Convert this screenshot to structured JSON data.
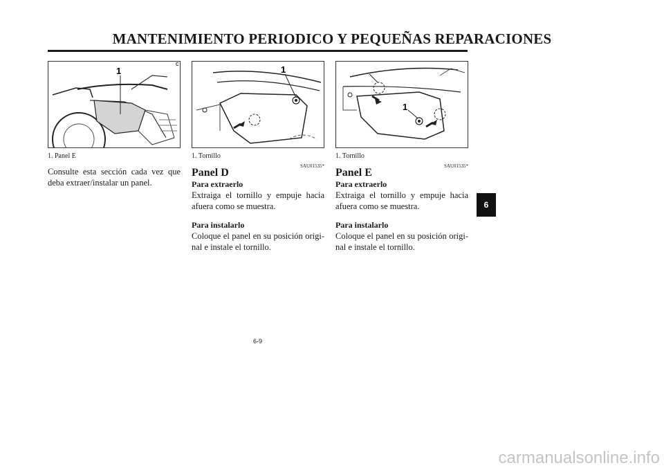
{
  "header": {
    "title": "MANTENIMIENTO PERIODICO Y PEQUEÑAS REPARACIONES"
  },
  "col1": {
    "figure": {
      "callout": "1",
      "corner_mark": "c"
    },
    "caption": "1.   Panel E",
    "body": "Consulte esta sección cada vez que deba extraer/instalar un panel."
  },
  "col2": {
    "figure": {
      "callout": "1"
    },
    "caption": "1.   Tornillo",
    "ref_code": "SAU01535*",
    "heading": "Panel D",
    "remove_heading": "Para extraerlo",
    "remove_text": "Extraiga el tornillo y empuje hacia afuera como se muestra.",
    "install_heading": "Para instalarlo",
    "install_text": "Coloque el panel en su posición origi-nal e instale el tornillo."
  },
  "col3": {
    "figure": {
      "callout": "1"
    },
    "caption": "1.   Tornillo",
    "ref_code": "SAU01535*",
    "heading": "Panel E",
    "remove_heading": "Para extraerlo",
    "remove_text": "Extraiga el tornillo y empuje hacia afuera como se muestra.",
    "install_heading": "Para instalarlo",
    "install_text": "Coloque el panel en su posición origi-nal e instale el tornillo."
  },
  "chapter_tab": "6",
  "page_number": "6-9",
  "watermark": "carmanualsonline.info"
}
